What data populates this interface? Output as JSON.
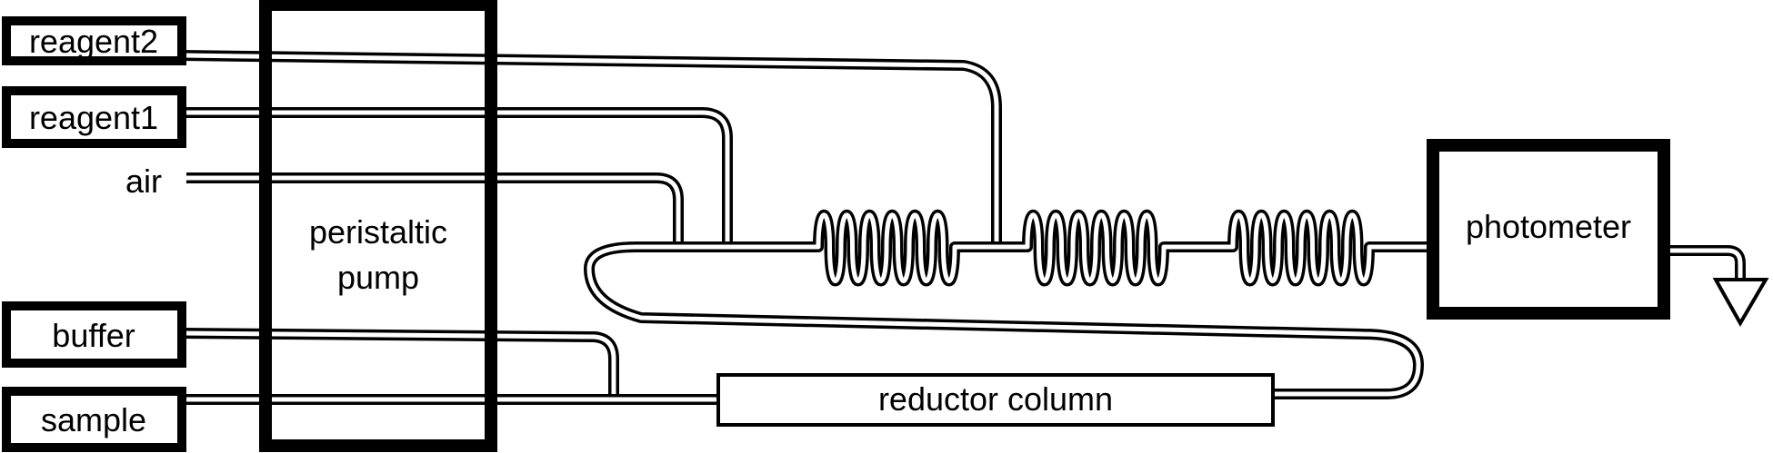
{
  "labels": {
    "reagent2": "reagent2",
    "reagent1": "reagent1",
    "air": "air",
    "buffer": "buffer",
    "sample": "sample",
    "pump_line1": "peristaltic",
    "pump_line2": "pump",
    "photometer": "photometer",
    "reductor_column": "reductor column"
  },
  "colors": {
    "line": "#000000",
    "background": "#ffffff"
  }
}
